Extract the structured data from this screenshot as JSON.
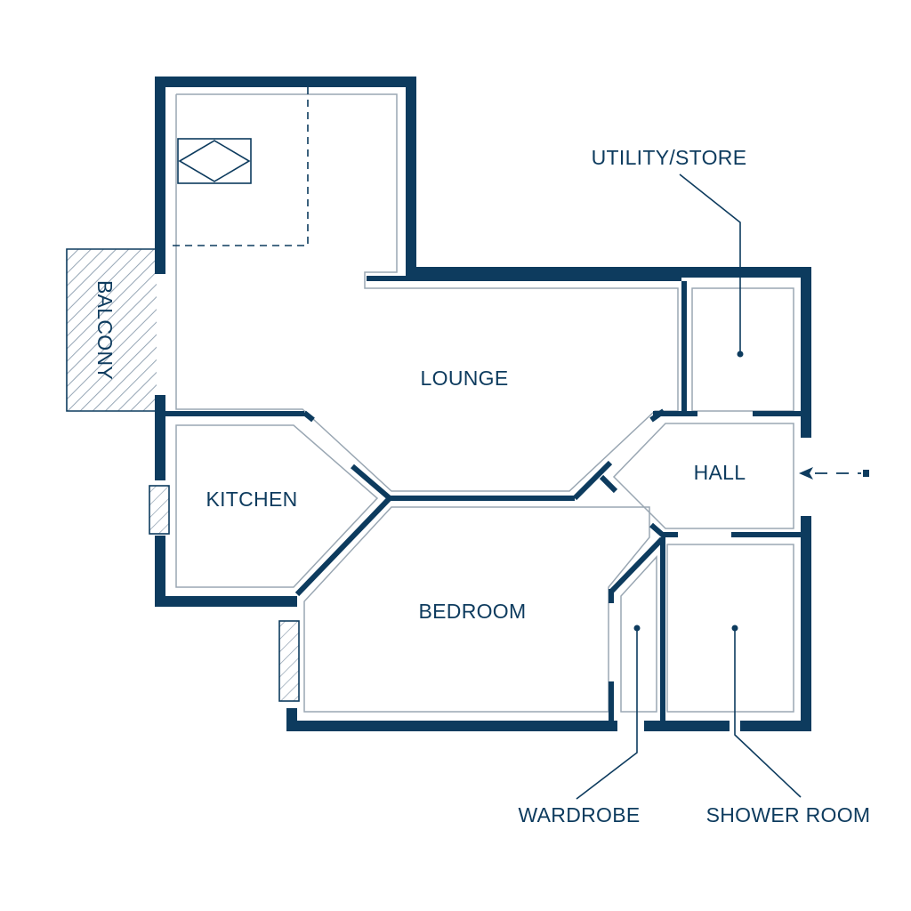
{
  "colors": {
    "wall": "#0d3b5e",
    "inner_line": "#9aa7b3",
    "background": "#ffffff"
  },
  "rooms": {
    "lounge": "LOUNGE",
    "kitchen": "KITCHEN",
    "bedroom": "BEDROOM",
    "hall": "HALL",
    "balcony": "BALCONY"
  },
  "callouts": {
    "utility_store": "UTILITY/STORE",
    "wardrobe": "WARDROBE",
    "shower_room": "SHOWER ROOM"
  },
  "icons": {
    "entrance": "entrance-arrow-icon",
    "skylight": "skylight-icon"
  }
}
